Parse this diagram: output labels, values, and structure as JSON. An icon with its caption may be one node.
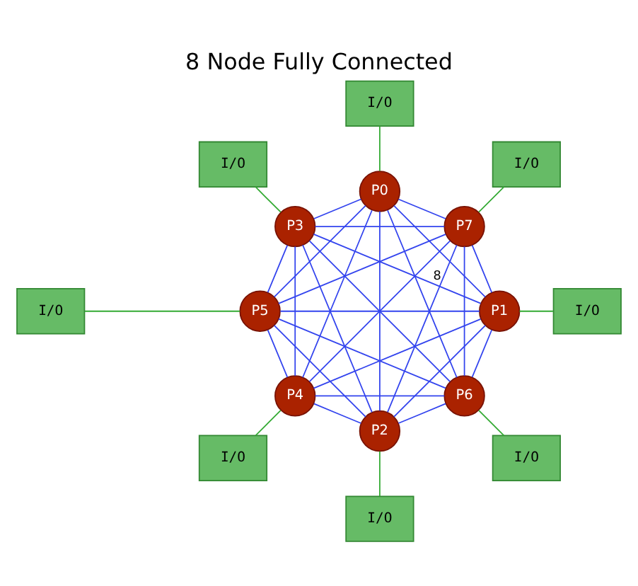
{
  "diagram": {
    "title": "8 Node Fully Connected",
    "nodes": [
      {
        "text": [
          "I/O"
        ]
      },
      {
        "text": [
          "I/O"
        ]
      },
      {
        "text": [
          "P5"
        ]
      },
      {
        "text": [
          "P4"
        ]
      },
      {
        "text": [
          "I/O"
        ]
      },
      {
        "text": [
          "P0"
        ]
      },
      {
        "text": [
          "P7"
        ]
      },
      {
        "text": [
          "I/O"
        ]
      },
      {
        "text": [
          "I/O"
        ]
      },
      {
        "text": [
          "P1"
        ]
      },
      {
        "text": [
          "P6"
        ]
      },
      {
        "text": [
          "I/O"
        ]
      },
      {
        "text": [
          "P2"
        ]
      },
      {
        "text": [
          "P3"
        ]
      },
      {
        "text": [
          "I/O"
        ]
      },
      {
        "text": [
          "I/O"
        ]
      }
    ],
    "edges": [
      {
        "from": 0,
        "to": 2,
        "arrow": "none",
        "color": "#33aa33"
      },
      {
        "from": 1,
        "to": 3,
        "arrow": "none",
        "color": "#33aa33"
      },
      {
        "from": 4,
        "to": 5,
        "arrow": "none",
        "color": "#33aa33"
      },
      {
        "from": 6,
        "to": 7,
        "arrow": "none",
        "color": "#33aa33"
      },
      {
        "from": 8,
        "to": 9,
        "arrow": "none",
        "color": "#33aa33"
      },
      {
        "from": 10,
        "to": 11,
        "arrow": "none",
        "color": "#33aa33"
      },
      {
        "from": 12,
        "to": 14,
        "arrow": "none",
        "color": "#33aa33"
      },
      {
        "from": 13,
        "to": 15,
        "arrow": "none",
        "color": "#33aa33"
      },
      {
        "from": 2,
        "to": 3,
        "arrow": "none"
      },
      {
        "from": 3,
        "to": 6,
        "arrow": "none",
        "label": "8"
      },
      {
        "from": 6,
        "to": 10,
        "arrow": "none"
      },
      {
        "from": 10,
        "to": 13,
        "arrow": "none"
      },
      {
        "from": 13,
        "to": 12,
        "arrow": "none"
      },
      {
        "from": 12,
        "to": 9,
        "arrow": "none"
      },
      {
        "from": 9,
        "to": 5,
        "arrow": "none"
      },
      {
        "from": 5,
        "to": 2,
        "arrow": "none"
      },
      {
        "from": 2,
        "to": 6,
        "arrow": "none"
      },
      {
        "from": 2,
        "to": 10,
        "arrow": "none"
      },
      {
        "from": 2,
        "to": 13,
        "arrow": "none"
      },
      {
        "from": 2,
        "to": 12,
        "arrow": "none"
      },
      {
        "from": 2,
        "to": 9,
        "arrow": "none"
      },
      {
        "from": 3,
        "to": 10,
        "arrow": "none"
      },
      {
        "from": 3,
        "to": 13,
        "arrow": "none"
      },
      {
        "from": 3,
        "to": 12,
        "arrow": "none"
      },
      {
        "from": 3,
        "to": 9,
        "arrow": "none"
      },
      {
        "from": 3,
        "to": 5,
        "arrow": "none"
      },
      {
        "from": 6,
        "to": 13,
        "arrow": "none"
      },
      {
        "from": 6,
        "to": 12,
        "arrow": "none"
      },
      {
        "from": 6,
        "to": 9,
        "arrow": "none"
      },
      {
        "from": 6,
        "to": 5,
        "arrow": "none"
      },
      {
        "from": 10,
        "to": 12,
        "arrow": "none"
      },
      {
        "from": 10,
        "to": 9,
        "arrow": "none"
      },
      {
        "from": 10,
        "to": 5,
        "arrow": "none"
      },
      {
        "from": 13,
        "to": 9,
        "arrow": "none"
      },
      {
        "from": 13,
        "to": 5,
        "arrow": "none"
      },
      {
        "from": 12,
        "to": 5,
        "arrow": "none"
      }
    ]
  }
}
